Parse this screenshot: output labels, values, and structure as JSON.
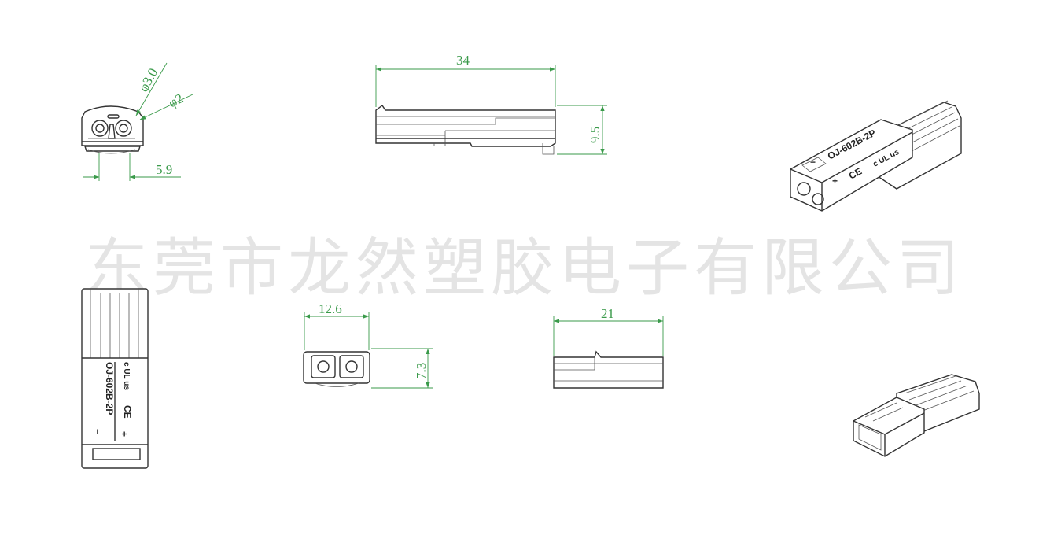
{
  "watermark": "东莞市龙然塑胶电子有限公司",
  "product_label": "OJ-602B-2P",
  "polarity": {
    "minus": "−",
    "plus": "+"
  },
  "marks": {
    "ce": "CE",
    "ul": "c UL us"
  },
  "dimensions": {
    "end_view_hole_large": "φ3.0",
    "end_view_hole_small": "φ2",
    "end_view_offset": "5.9",
    "side_length": "34",
    "side_height": "9.5",
    "front_width": "12.6",
    "front_height": "7.3",
    "short_length": "21"
  },
  "colors": {
    "dimension": "#3a9a4a",
    "outline": "#333333",
    "watermark": "#e4e4e4"
  }
}
